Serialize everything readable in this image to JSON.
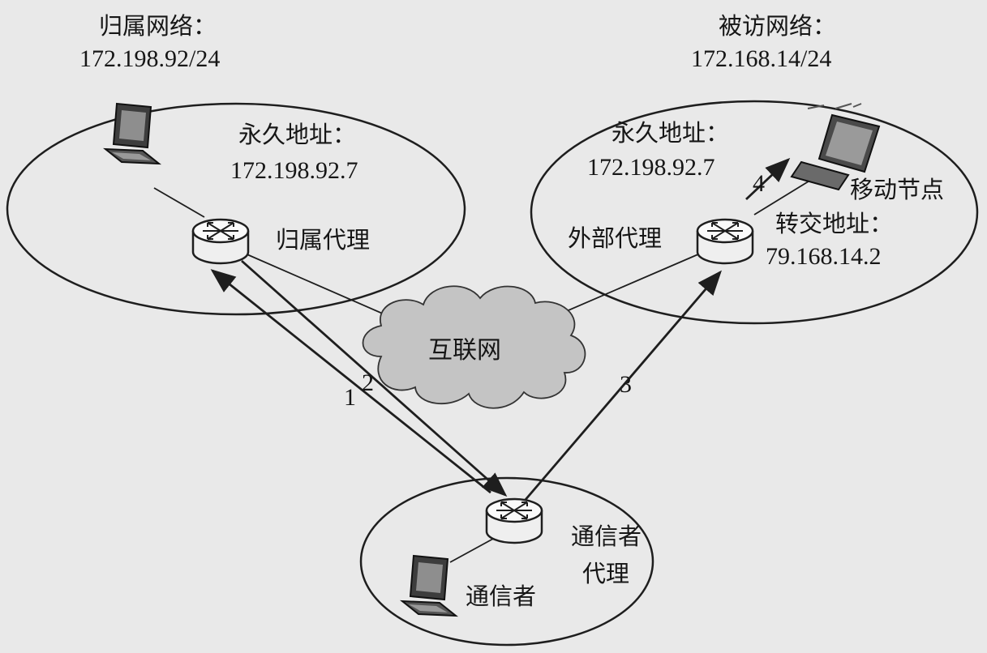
{
  "home_network": {
    "title": "归属网络：",
    "subnet": "172.198.92/24"
  },
  "visited_network": {
    "title": "被访网络：",
    "subnet": "172.168.14/24"
  },
  "home_side": {
    "permanent_title": "永久地址：",
    "permanent_value": "172.198.92.7",
    "agent_label": "归属代理"
  },
  "visited_side": {
    "permanent_title": "永久地址：",
    "permanent_value": "172.198.92.7",
    "agent_label": "外部代理",
    "mobile_label": "移动节点",
    "care_of_title": "转交地址：",
    "care_of_value": "79.168.14.2"
  },
  "internet_label": "互联网",
  "correspondent": {
    "agent_label_1": "通信者",
    "agent_label_2": "代理",
    "host_label": "通信者"
  },
  "steps": [
    "1",
    "2",
    "3",
    "4"
  ],
  "colors": {
    "ink": "#1e1e1e",
    "background": "#e9e9e9",
    "cloud_fill": "#c4c4c4",
    "router_fill": "#f2f2f2"
  }
}
